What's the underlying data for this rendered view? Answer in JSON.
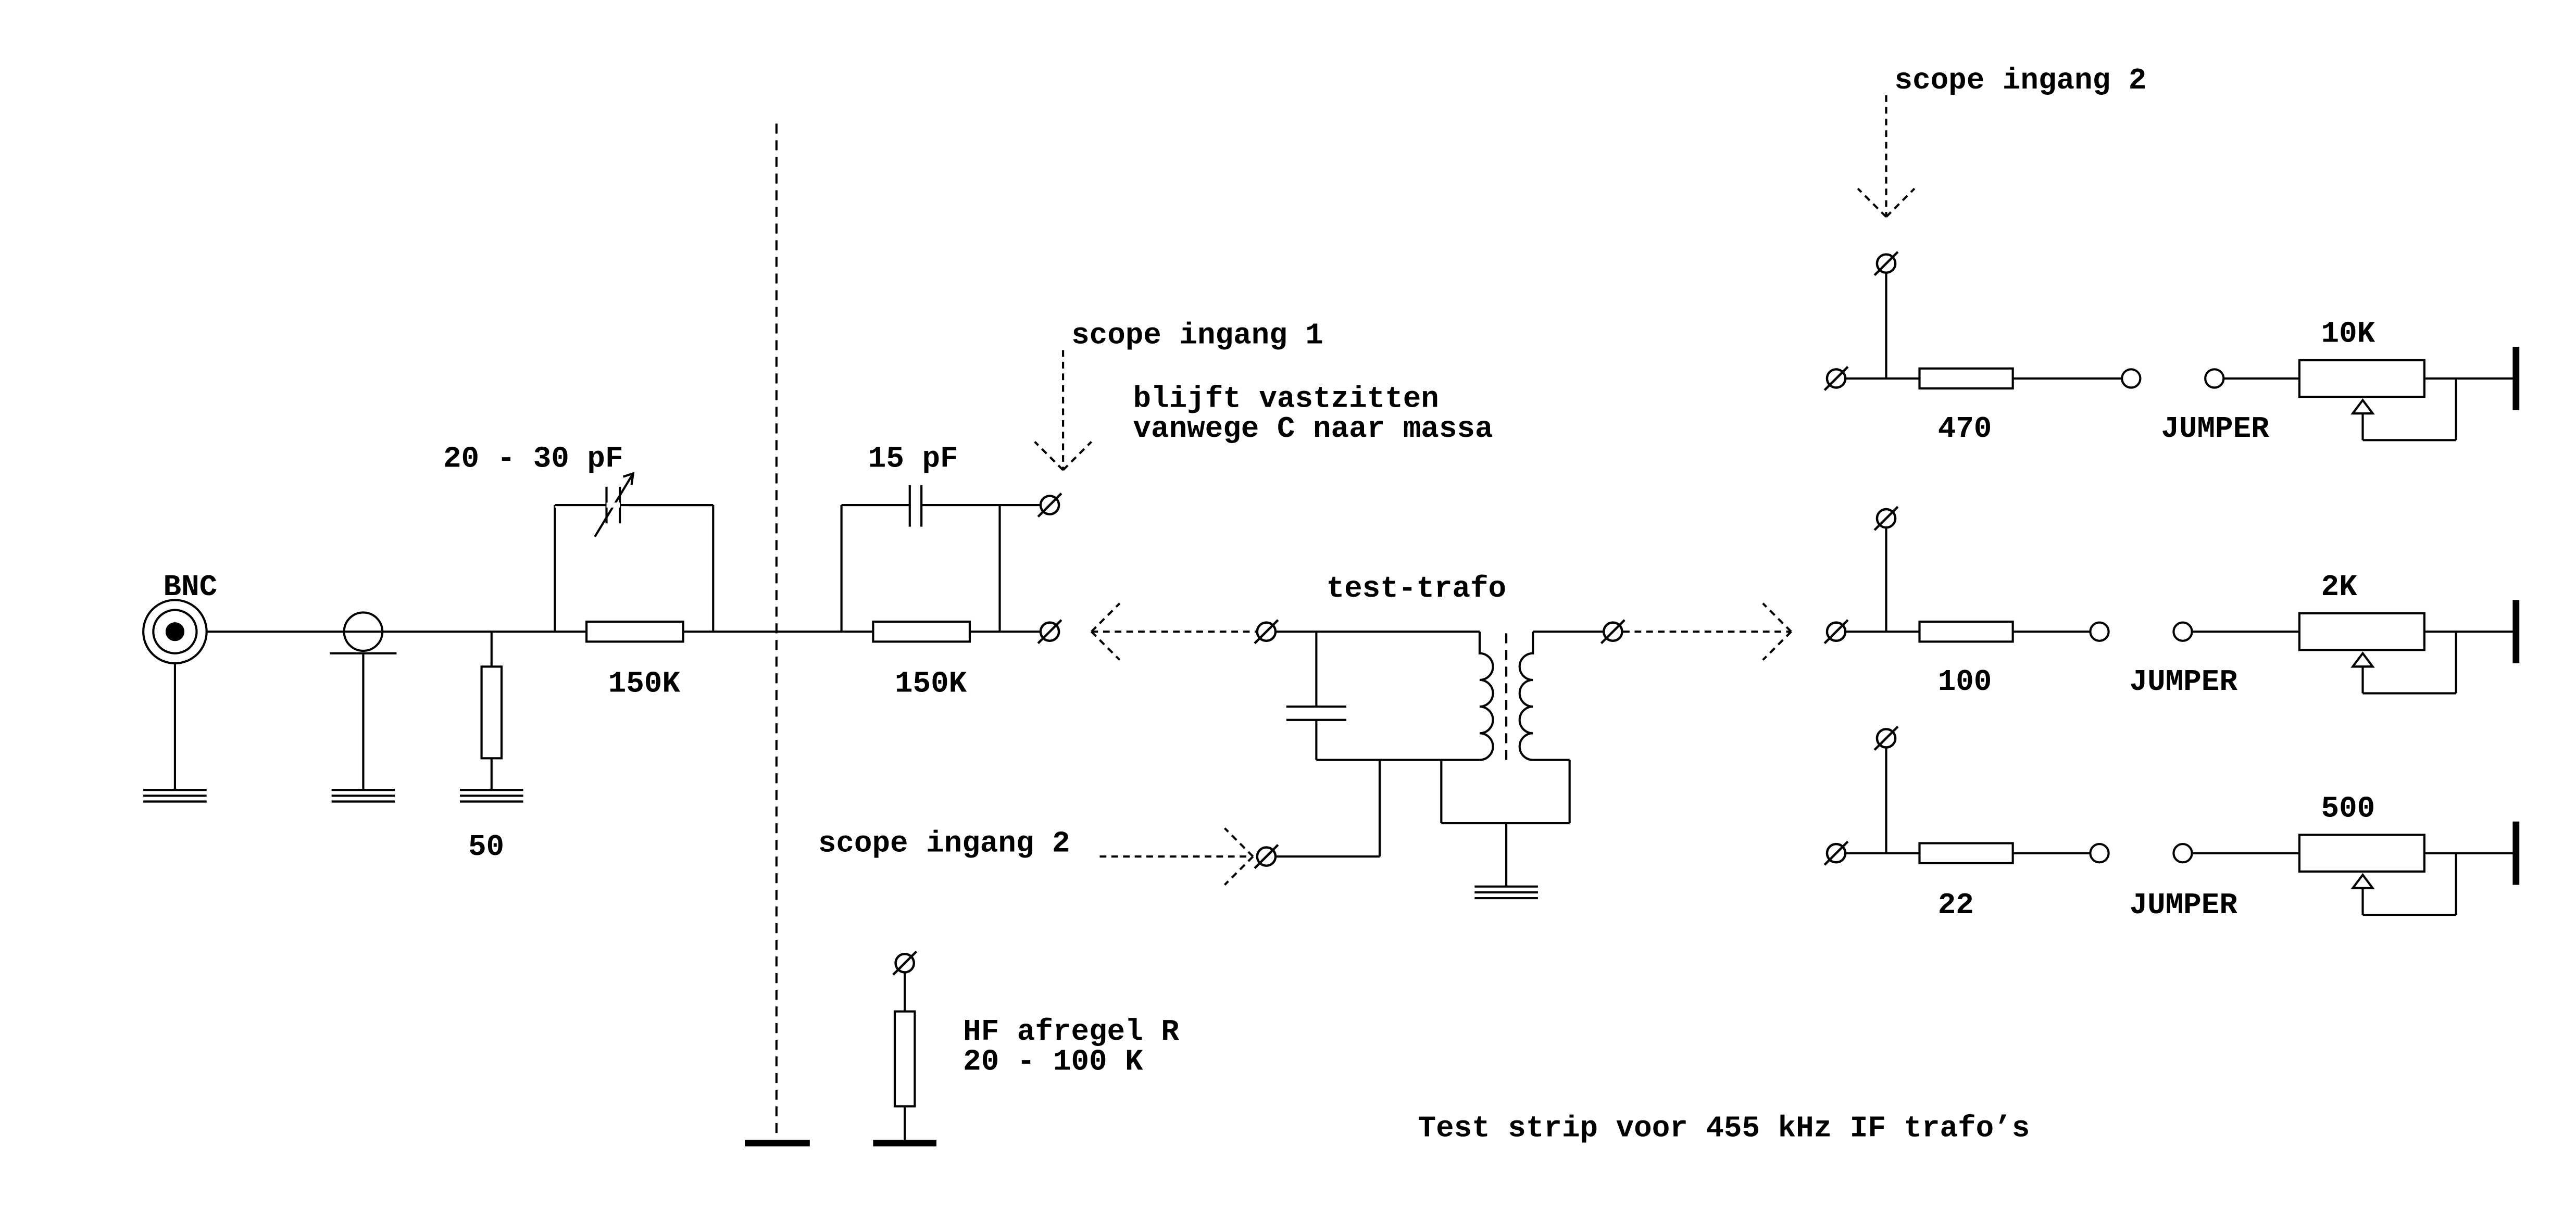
{
  "labels": {
    "bnc": "BNC",
    "r50": "50",
    "cap_var": "20 - 30 pF",
    "r150k_a": "150K",
    "r150k_b": "150K",
    "cap15": "15 pF",
    "scope1": "scope ingang 1",
    "note_line1": "blijft vastzitten",
    "note_line2": "vanwege C naar massa",
    "trafo": "test-trafo",
    "scope2_left": "scope ingang 2",
    "hf_line1": "HF afregel R",
    "hf_line2": "20 - 100 K",
    "scope2_top": "scope ingang 2",
    "r470": "470",
    "pot10k": "10K",
    "jumper1": "JUMPER",
    "pot2k": "2K",
    "r100": "100",
    "jumper2": "JUMPER",
    "pot500": "500",
    "r22": "22",
    "jumper3": "JUMPER",
    "caption": "Test strip voor 455 kHz IF trafo’s"
  }
}
